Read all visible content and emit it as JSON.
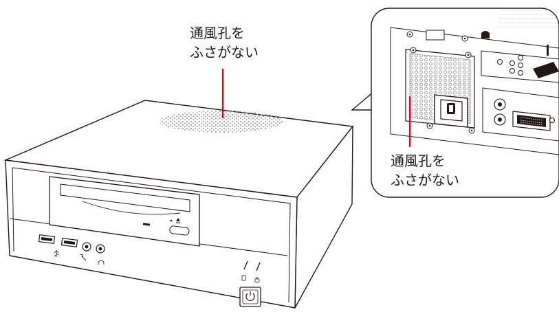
{
  "colors": {
    "callout_red": "#e60012",
    "outline": "#231815",
    "vent_gray": "#b5b5b5",
    "panel_gray": "#9a9a9a",
    "text": "#231815",
    "background": "#ffffff"
  },
  "labels": {
    "top_vent": {
      "line1": "通風孔を",
      "line2": "ふさがない"
    },
    "rear_vent": {
      "line1": "通風孔を",
      "line2": "ふさがない"
    }
  },
  "icons": {
    "usb": "usb-icon",
    "headphone": "headphone-icon",
    "microphone": "microphone-icon",
    "eject": "eject-icon",
    "power": "power-icon",
    "hdd_led": "hdd-led-icon",
    "power_led": "power-led-icon"
  }
}
